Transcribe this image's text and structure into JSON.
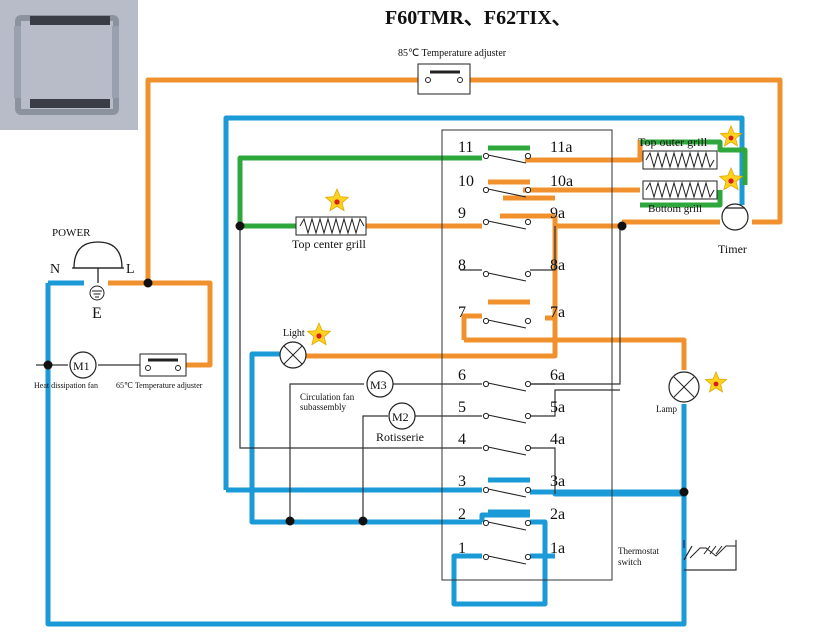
{
  "title": "F60TMR、F62TIX、",
  "colors": {
    "orange": "#F0912E",
    "blue": "#1A9AD6",
    "green": "#2EA83C",
    "black": "#222222",
    "star": "#FFD21F",
    "star_center": "#D81E1E",
    "thumb_bg": "#B8BCC9"
  },
  "icons": [
    "window-thumbnail-icon",
    "power-plug-icon",
    "ground-icon",
    "fan-motor-icon",
    "lamp-icon",
    "star-marker-icon",
    "heating-element-icon",
    "switch-contact-icon"
  ],
  "power": {
    "label": "POWER",
    "neutral": "N",
    "live": "L",
    "earth": "E"
  },
  "components": {
    "top_temp_adjuster": "85℃ Temperature adjuster",
    "low_temp_adjuster": "65℃ Temperature adjuster",
    "heat_fan": "Heat dissipation fan",
    "m1": "M1",
    "m2": "M2",
    "m3": "M3",
    "circ_fan": "Circulation fan subassembly",
    "rotisserie": "Rotisserie",
    "top_center_grill": "Top center grill",
    "top_outer_grill": "Top outer grill",
    "bottom_grill": "Bottom grill",
    "timer": "Timer",
    "light": "Light",
    "lamp": "Lamp",
    "thermostat": "Thermostat switch"
  },
  "switch_block": {
    "left": [
      "11",
      "10",
      "9",
      "8",
      "7",
      "6",
      "5",
      "4",
      "3",
      "2",
      "1"
    ],
    "right": [
      "11a",
      "10a",
      "9a",
      "8a",
      "7a",
      "6a",
      "5a",
      "4a",
      "3a",
      "2a",
      "1a"
    ]
  }
}
